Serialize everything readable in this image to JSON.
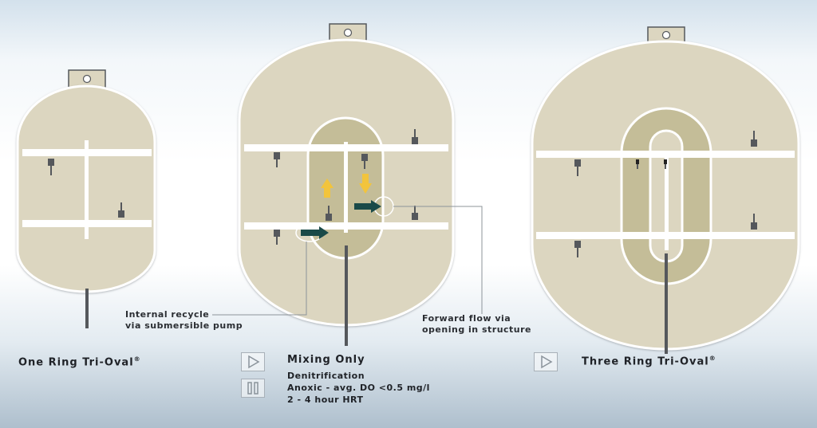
{
  "captions": {
    "one_ring": "One Ring Tri-Oval",
    "three_ring": "Three Ring Tri-Oval",
    "registered_mark": "®"
  },
  "callouts": {
    "internal_recycle": [
      "Internal recycle",
      "via submersible pump"
    ],
    "forward_flow": [
      "Forward flow via",
      "opening in structure"
    ]
  },
  "info": {
    "title": "Mixing Only",
    "lines": [
      "Denitrification",
      "Anoxic - avg. DO <0.5 mg/l",
      "2 - 4 hour HRT"
    ]
  },
  "controls": {
    "play_icon": "play-icon",
    "pause_icon": "pause-icon"
  },
  "colors": {
    "tank_fill": "#dcd6c0",
    "inner_ring_fill": "#c4bd98",
    "outline": "#ffffff",
    "stem": "#55585c",
    "flow_arrow": "#1a4a48",
    "vertical_arrow": "#f2c43c"
  }
}
